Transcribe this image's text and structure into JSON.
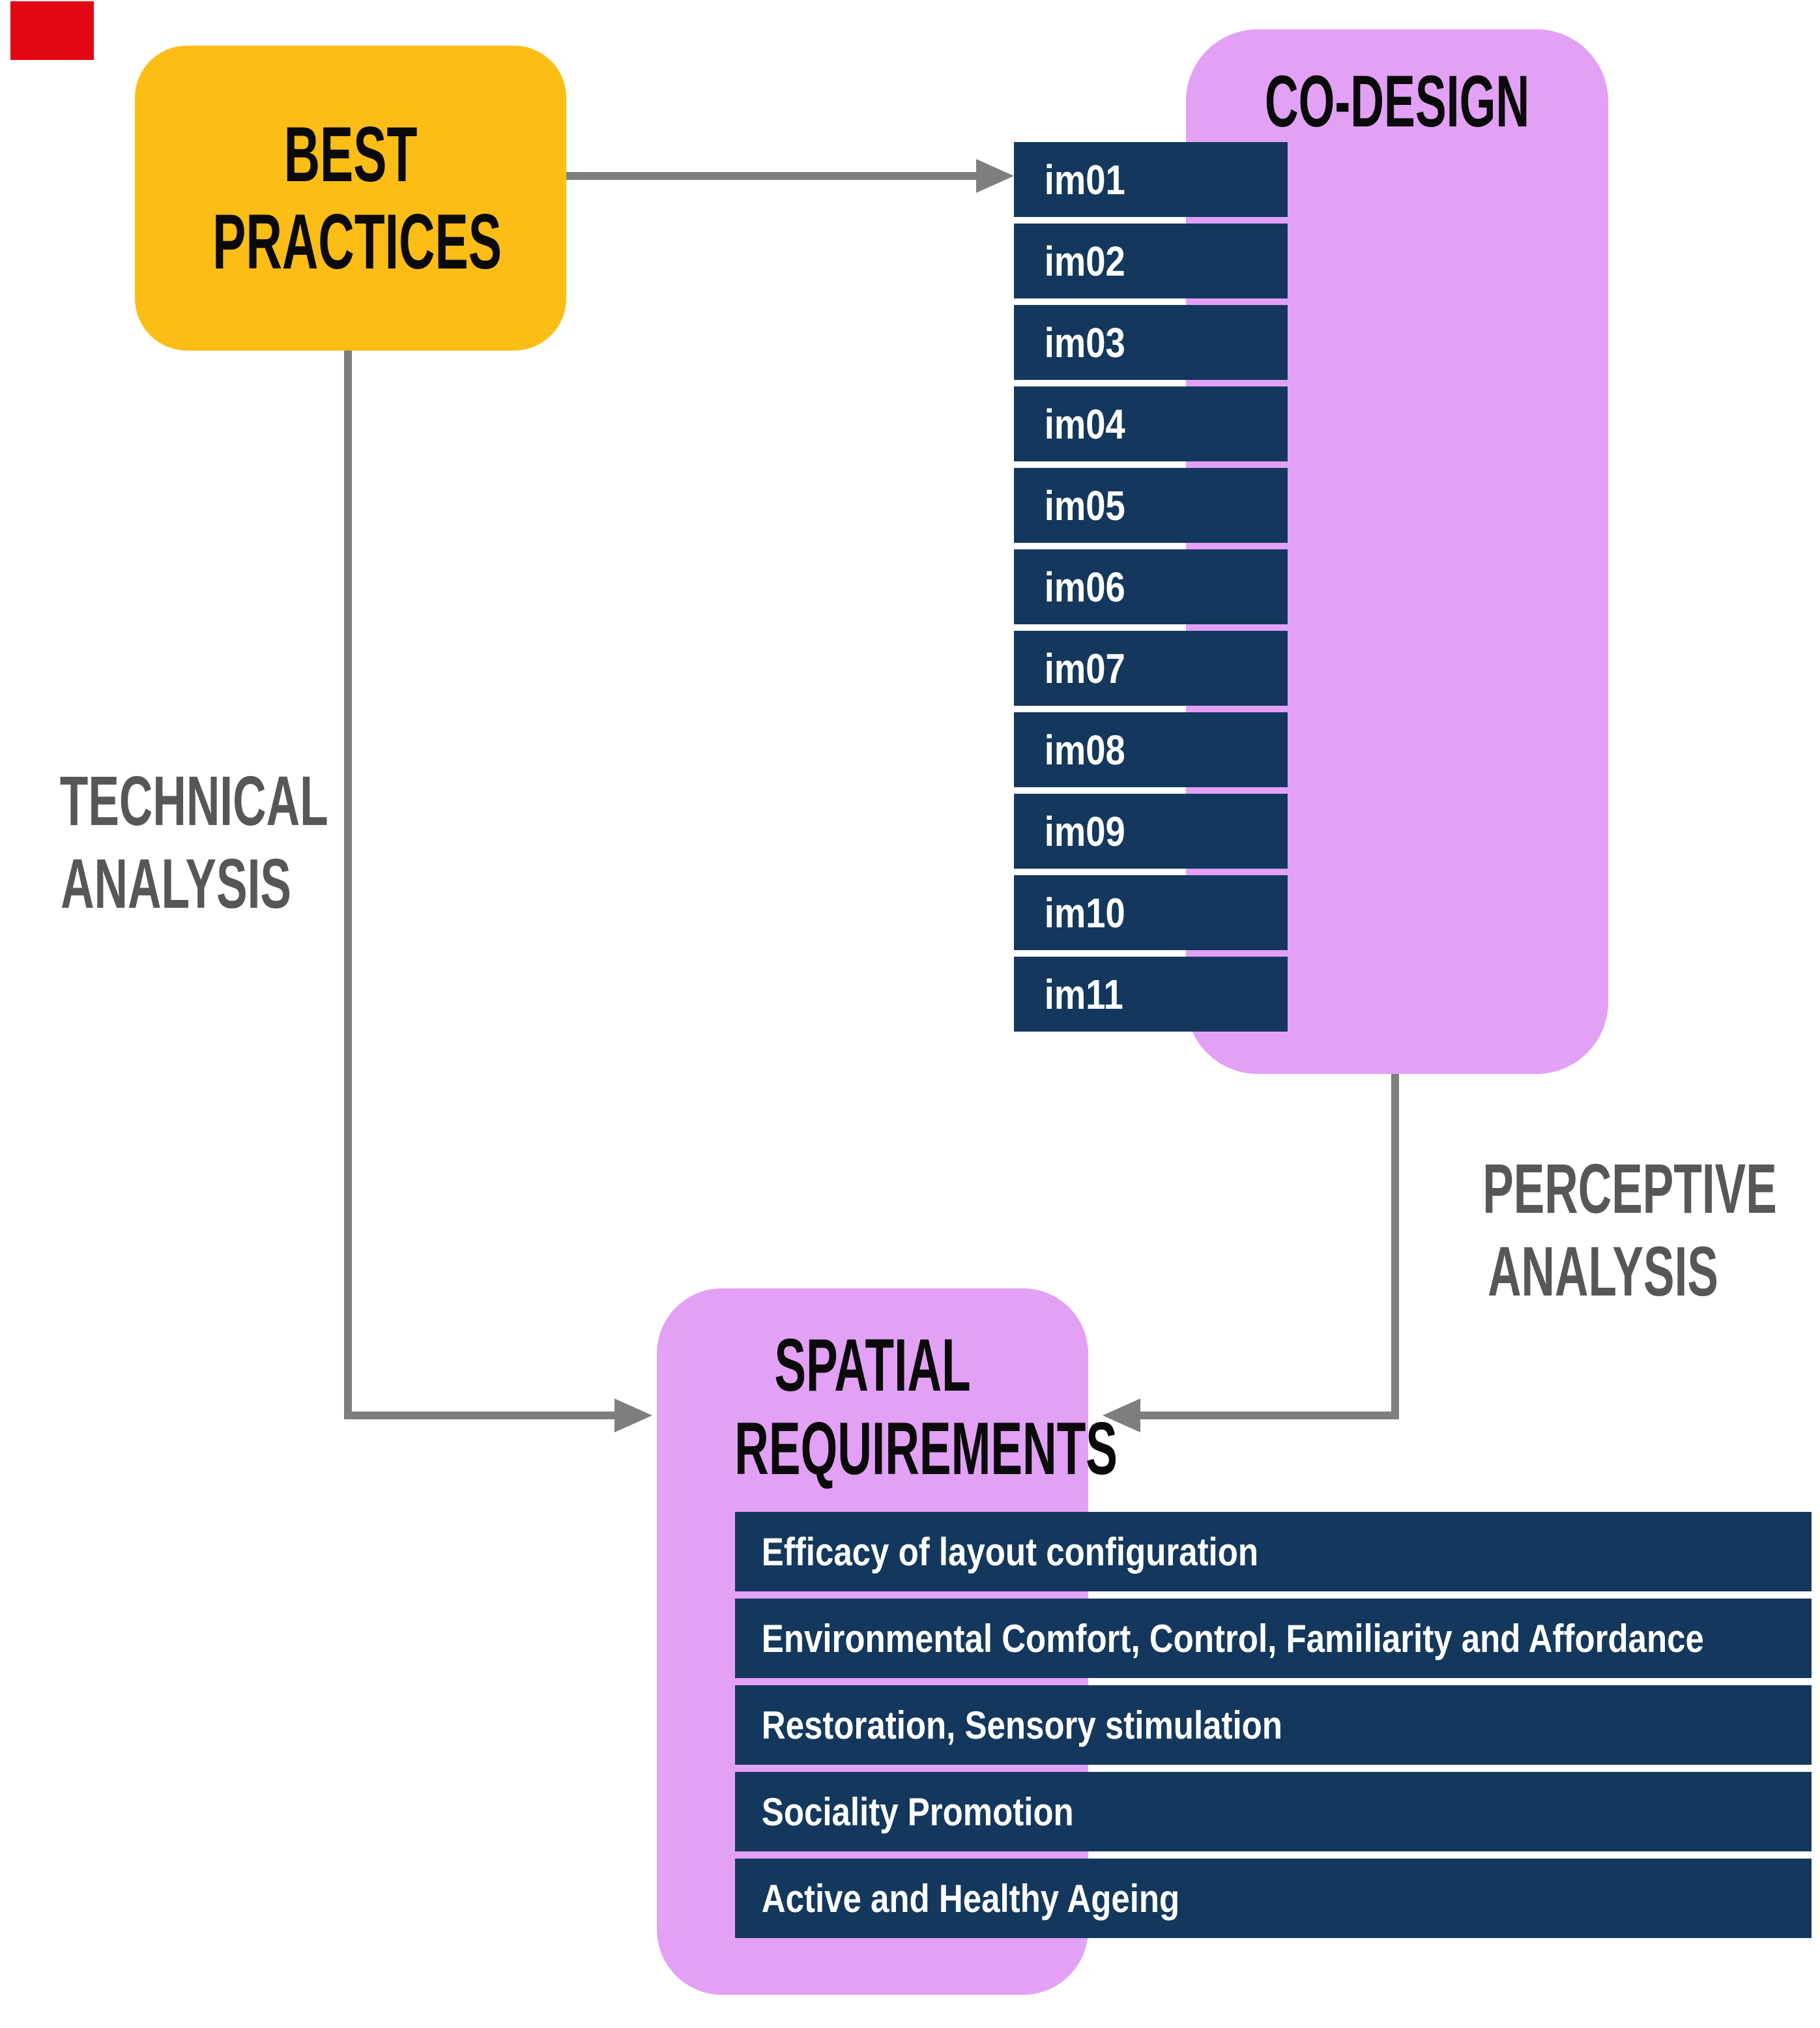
{
  "colors": {
    "yellow": "#fbbd16",
    "pink": "#e2a1f5",
    "navy": "#14385d",
    "arrow_gray": "#7e7e7e",
    "label_gray": "#575756",
    "red": "#e30613",
    "bar_text": "#ffffff",
    "heading_text": "#0a0a0a"
  },
  "best_practices": {
    "lines": [
      "BEST",
      "PRACTICES"
    ]
  },
  "co_design": {
    "title": "CO-DESIGN",
    "items": [
      "im01",
      "im02",
      "im03",
      "im04",
      "im05",
      "im06",
      "im07",
      "im08",
      "im09",
      "im10",
      "im11"
    ]
  },
  "spatial_requirements": {
    "lines": [
      "SPATIAL",
      "REQUIREMENTS"
    ],
    "bars": [
      "Efficacy of layout configuration",
      "Environmental Comfort, Control, Familiarity and Affordance",
      "Restoration, Sensory stimulation",
      "Sociality Promotion",
      "Active and Healthy Ageing"
    ]
  },
  "edges": {
    "technical": {
      "lines": [
        "TECHNICAL",
        "ANALYSIS"
      ]
    },
    "perceptive": {
      "lines": [
        "PERCEPTIVE",
        "ANALYSIS"
      ]
    }
  }
}
